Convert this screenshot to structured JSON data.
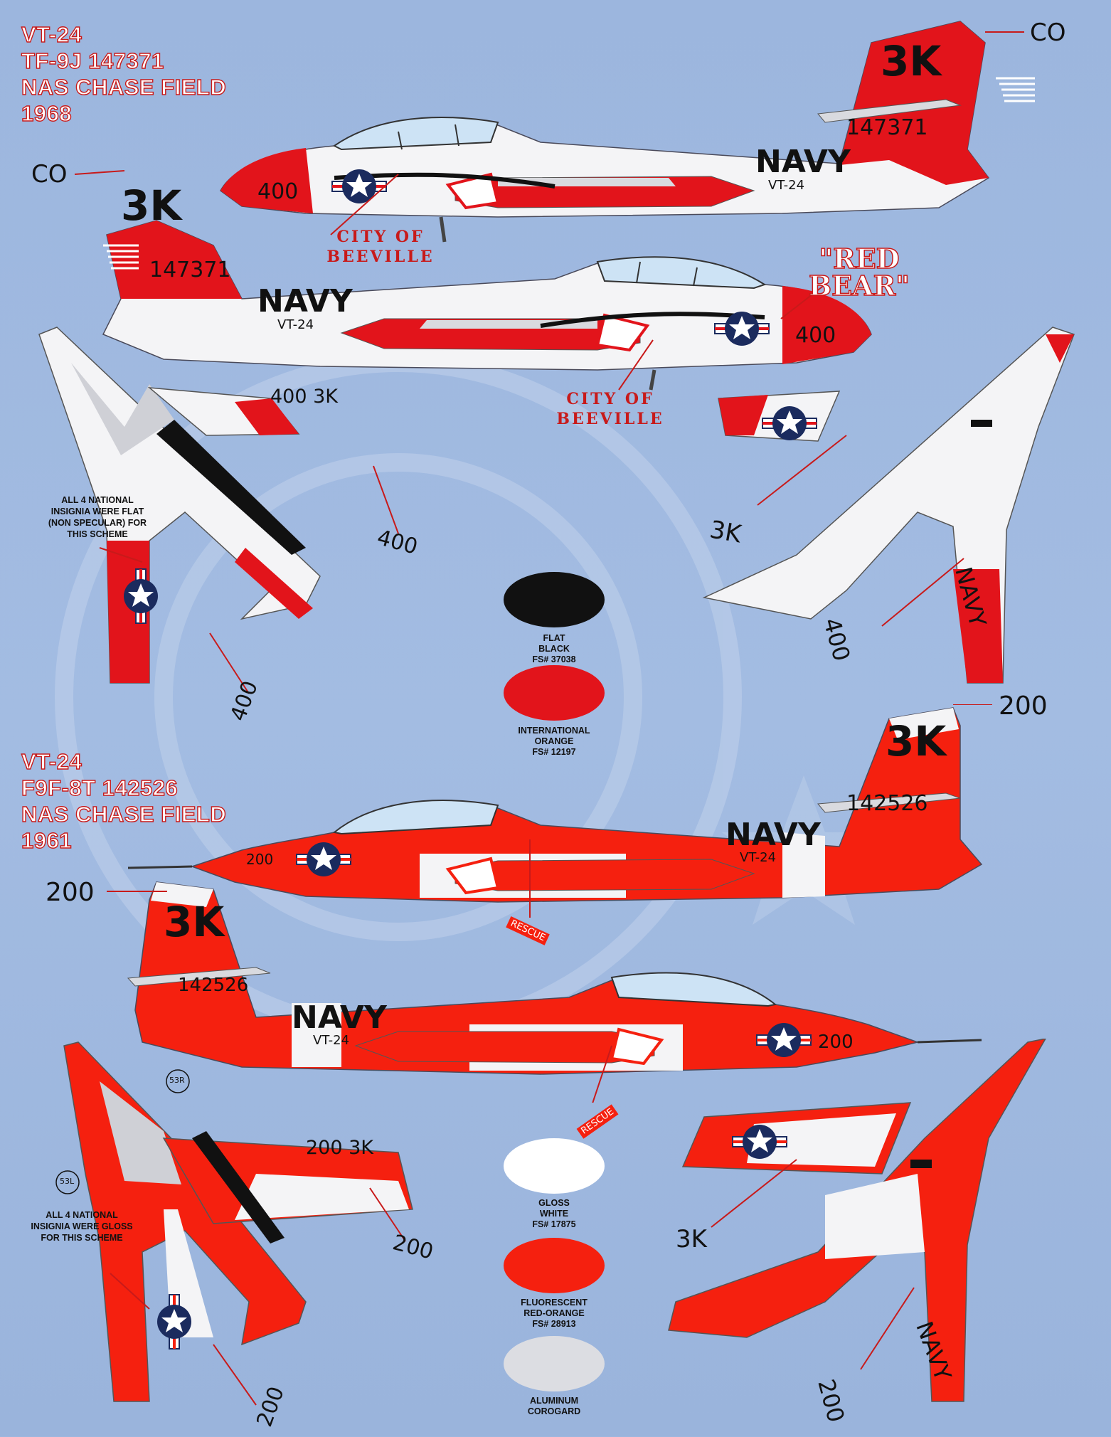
{
  "scheme1": {
    "title_lines": [
      "VT-24",
      "TF-9J 147371",
      "NAS CHASE FIELD",
      "1968"
    ],
    "code_callout": "CO",
    "tail_code": "3K",
    "serial": "147371",
    "service": "NAVY",
    "squadron": "VT-24",
    "modex": "400",
    "city_label": "CITY OF BEEVILLE",
    "city_line1": "CITY OF",
    "city_line2": "BEEVILLE",
    "nickname_line1": "\"RED",
    "nickname_line2": "BEAR\"",
    "wing_upper_text": "400 3K",
    "wing_callout_400": "400",
    "wing_callout_3k": "3K",
    "wing_lower_navy": "NAVY",
    "note": "ALL 4 NATIONAL INSIGNIA WERE FLAT (NON SPECULAR) FOR THIS SCHEME",
    "swatches": [
      {
        "color": "#111111",
        "label_lines": [
          "FLAT",
          "BLACK",
          "FS# 37038"
        ]
      },
      {
        "color": "#e2141b",
        "label_lines": [
          "INTERNATIONAL",
          "ORANGE",
          "FS# 12197"
        ]
      }
    ]
  },
  "scheme2": {
    "title_lines": [
      "VT-24",
      "F9F-8T 142526",
      "NAS CHASE FIELD",
      "1961"
    ],
    "modex_callout": "200",
    "tail_code": "3K",
    "serial": "142526",
    "service": "NAVY",
    "squadron": "VT-24",
    "modex": "200",
    "rescue": "RESCUE",
    "wing_upper_text": "200 3K",
    "wing_callout_200": "200",
    "wing_callout_3k": "3K",
    "wing_lower_navy": "NAVY",
    "stencil_r": "53R",
    "stencil_l": "53L",
    "note": "ALL 4 NATIONAL INSIGNIA WERE GLOSS FOR THIS SCHEME",
    "swatches": [
      {
        "color": "#ffffff",
        "label_lines": [
          "GLOSS",
          "WHITE",
          "FS# 17875"
        ]
      },
      {
        "color": "#f5200f",
        "label_lines": [
          "FLUORESCENT",
          "RED-ORANGE",
          "FS# 28913"
        ]
      },
      {
        "color": "#dcdde2",
        "label_lines": [
          "ALUMINUM",
          "COROGARD"
        ]
      }
    ]
  },
  "colors": {
    "background": "#a3bce2",
    "international_orange": "#e2141b",
    "fluorescent_red_orange": "#f5200f",
    "title_outline": "#c81a1a"
  }
}
